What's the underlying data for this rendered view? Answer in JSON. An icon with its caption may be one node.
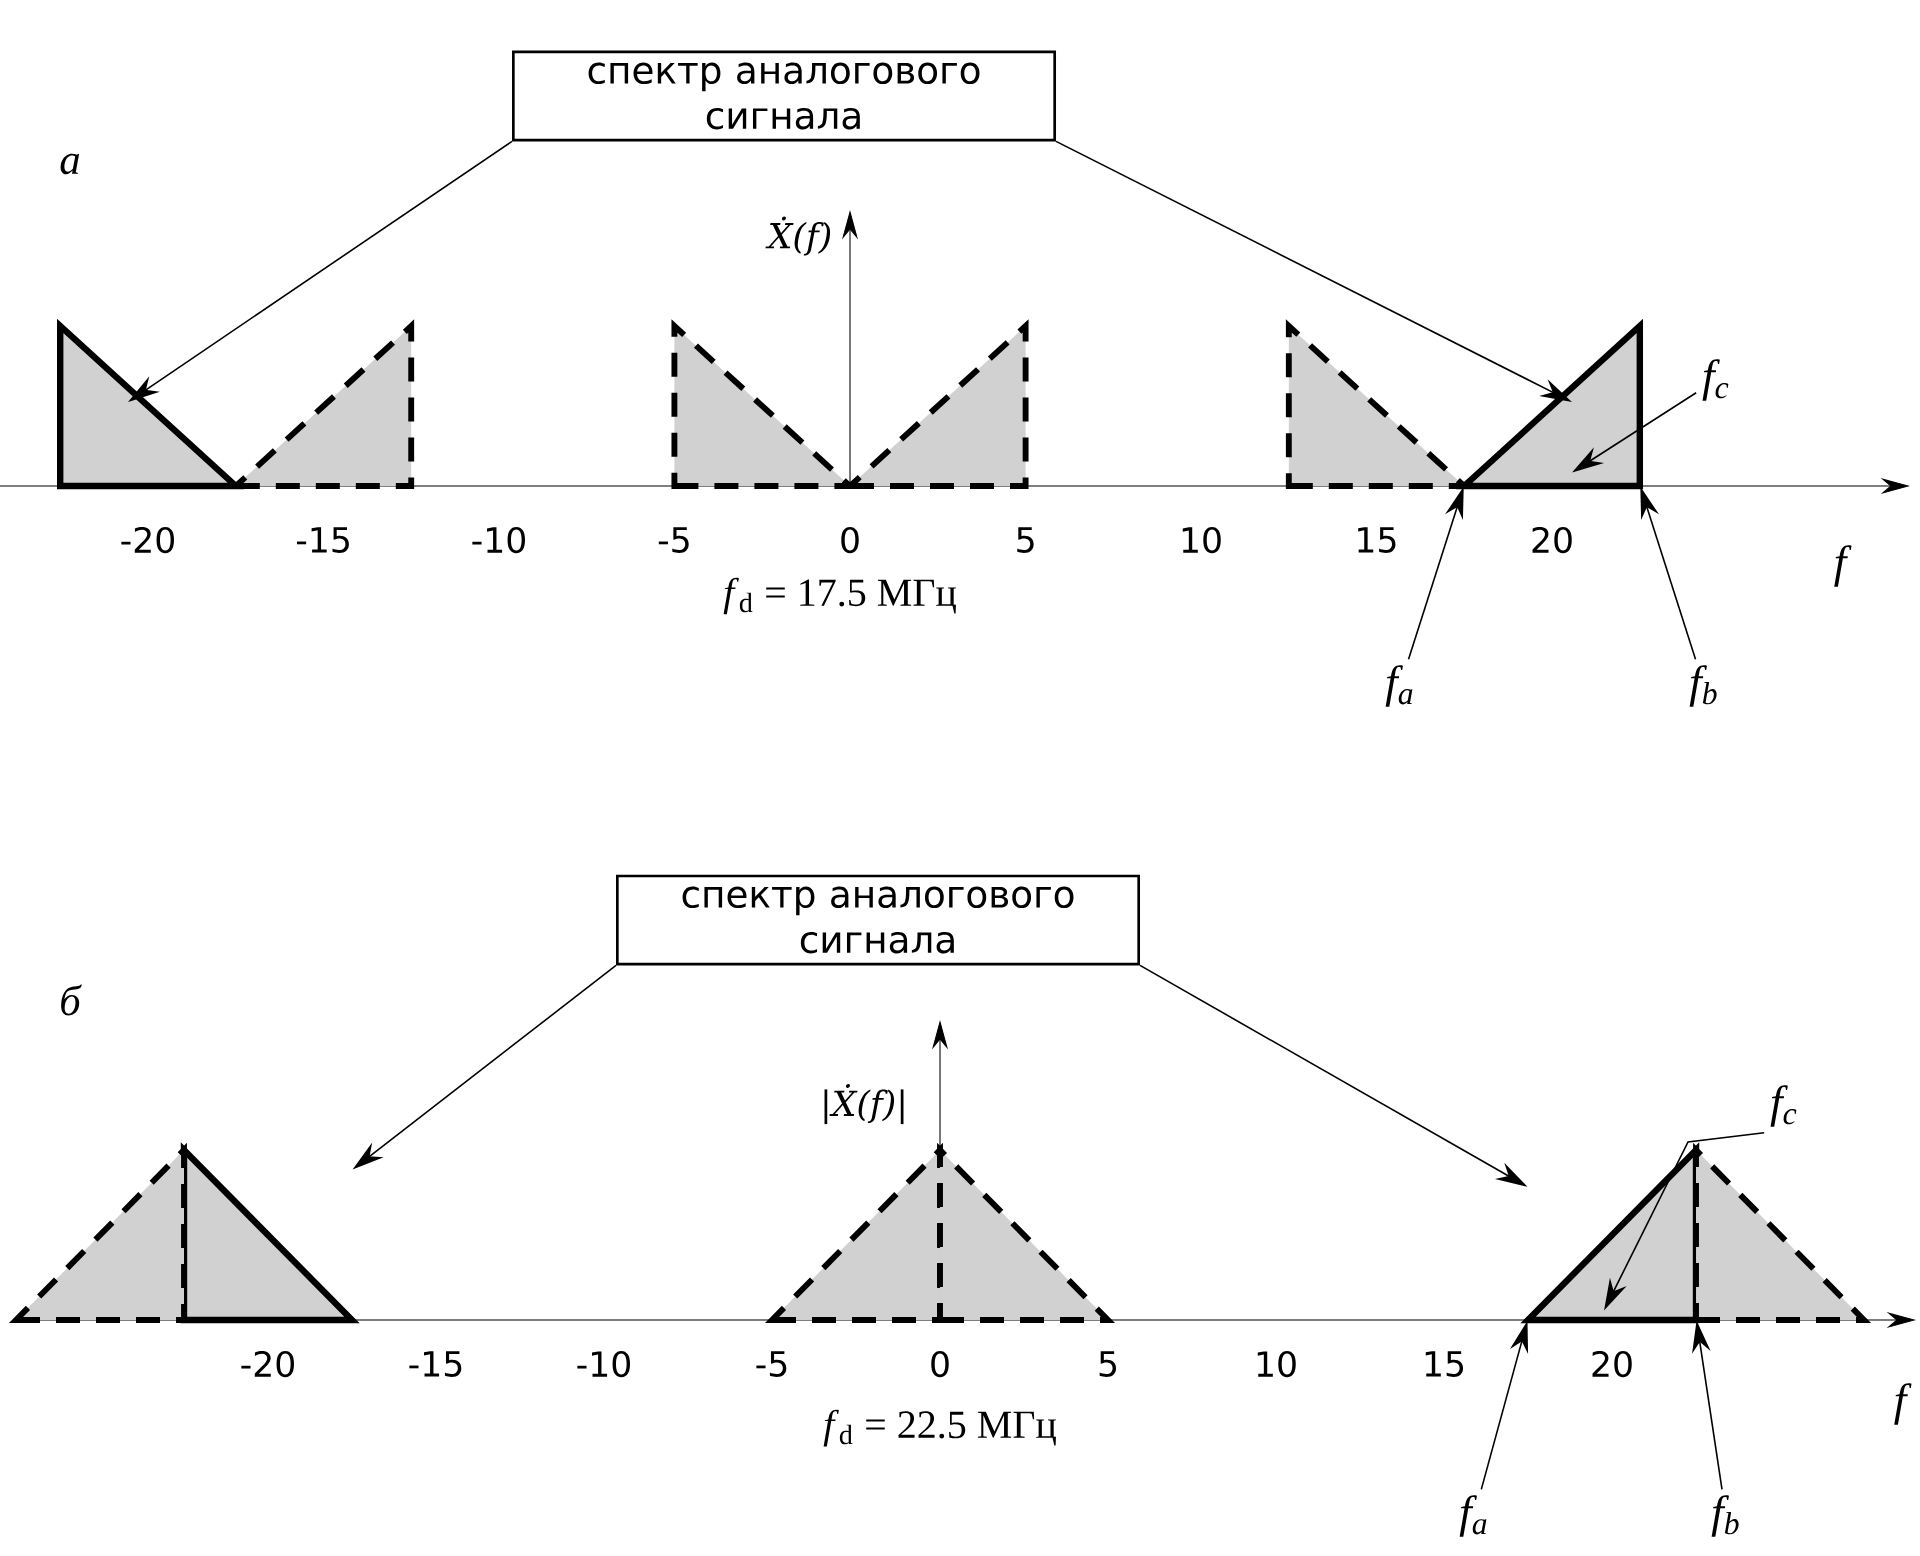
{
  "diagram": {
    "nodes": [
      {
        "text": [
          "спектр аналогового сигнала"
        ]
      },
      {
        "text": [],
        "shape": "triangle"
      },
      {
        "text": [],
        "shape": "triangle"
      },
      {
        "text": [
          "f$_{a}$"
        ]
      },
      {
        "text": [
          "f$_{b}$"
        ]
      },
      {
        "text": [
          "f$_{c}$"
        ]
      },
      {
        "text": [
          "спектр аналогового сигнала"
        ]
      },
      {
        "text": [],
        "shape": "triangle"
      },
      {
        "text": [],
        "shape": "triangle"
      },
      {
        "text": [
          "f$_{a}$"
        ]
      },
      {
        "text": [
          "f$_{b}$"
        ]
      },
      {
        "text": [
          "f$_{c}$"
        ]
      },
      {
        "text": [],
        "shape": "triangle"
      },
      {
        "text": [],
        "shape": "triangle"
      },
      {
        "text": [],
        "shape": "triangle"
      },
      {
        "text": [],
        "shape": "triangle"
      },
      {
        "text": [],
        "shape": "triangle"
      },
      {
        "text": [],
        "shape": "triangle"
      },
      {
        "text": [],
        "shape": "triangle"
      },
      {
        "text": [],
        "shape": "triangle"
      }
    ],
    "edges": [
      {
        "from": 0,
        "to": 1,
        "arrow": "to"
      },
      {
        "from": 0,
        "to": 2,
        "arrow": "to"
      },
      {
        "from": 3,
        "to": 2,
        "arrow": "to"
      },
      {
        "from": 4,
        "to": 2,
        "arrow": "to"
      },
      {
        "from": 5,
        "to": 2,
        "arrow": "to"
      },
      {
        "from": 6,
        "to": 7,
        "arrow": "to"
      },
      {
        "from": 6,
        "to": 8,
        "arrow": "to"
      },
      {
        "from": 9,
        "to": 8,
        "arrow": "to"
      },
      {
        "from": 10,
        "to": 8,
        "arrow": "to"
      },
      {
        "from": 11,
        "to": 8,
        "arrow": "to"
      }
    ],
    "labels": [
      "а",
      "-20",
      "-15",
      "-10",
      "-5",
      "0",
      "5",
      "10",
      "15",
      "20",
      "f",
      "Ẋ(f)",
      "*f*$_{d}$ = 17.5 МГц",
      "б",
      "-20",
      "-15",
      "-10",
      "-5",
      "0",
      "5",
      "10",
      "15",
      "20",
      "|Ẋ(f)|",
      "f",
      "*f*$_{d}$ = 22.5 МГц"
    ]
  }
}
